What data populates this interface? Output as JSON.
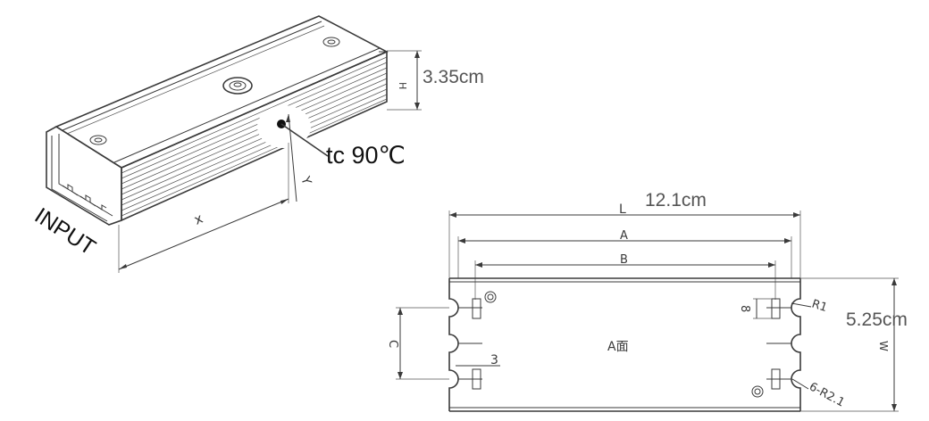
{
  "iso_view": {
    "input_label": "INPUT",
    "x_label": "x",
    "y_label": "Y",
    "h_label": "H",
    "height_value": "3.35cm",
    "tc_label": "tc 90℃"
  },
  "plan_view": {
    "L_label": "L",
    "A_label": "A",
    "B_label": "B",
    "C_label": "C",
    "W_label": "W",
    "length_value": "12.1cm",
    "width_value": "5.25cm",
    "dim_8": "8",
    "dim_3": "3",
    "r1_label": "R1",
    "r2_label": "6-R2.1",
    "face_label": "A面"
  }
}
